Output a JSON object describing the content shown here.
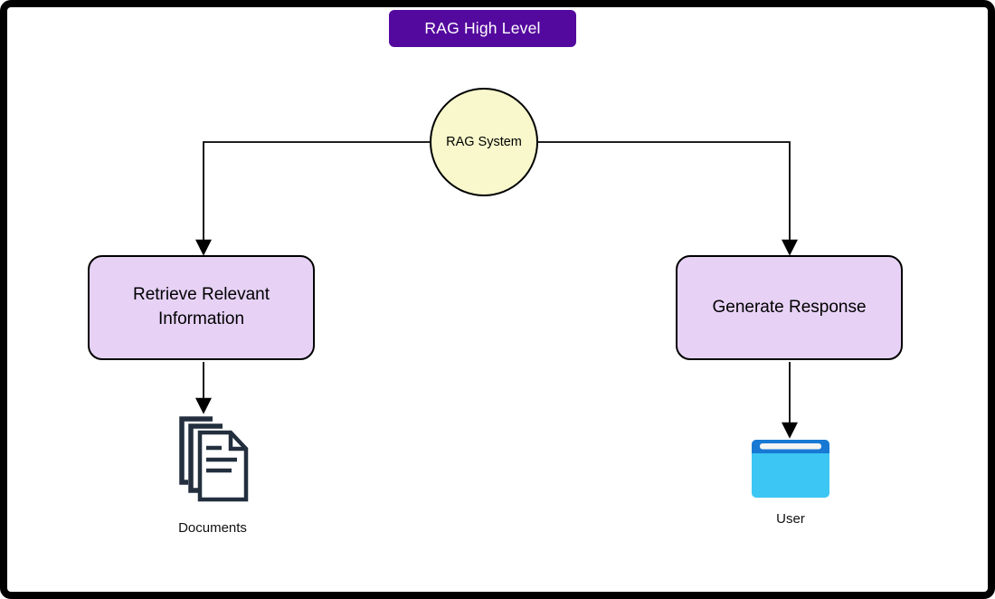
{
  "title": "RAG High Level",
  "nodes": {
    "rag_system": {
      "label": "RAG System",
      "shape": "circle"
    },
    "retrieve": {
      "label": "Retrieve Relevant Information",
      "shape": "rounded-rect"
    },
    "generate": {
      "label": "Generate Response",
      "shape": "rounded-rect"
    },
    "documents": {
      "label": "Documents",
      "icon": "documents-icon"
    },
    "user": {
      "label": "User",
      "icon": "browser-window-icon"
    }
  },
  "edges": [
    {
      "from": "RAG System",
      "to": "Retrieve Relevant Information"
    },
    {
      "from": "RAG System",
      "to": "Generate Response"
    },
    {
      "from": "Retrieve Relevant Information",
      "to": "Documents"
    },
    {
      "from": "Generate Response",
      "to": "User"
    }
  ],
  "colors": {
    "frame": "#000000",
    "canvas": "#FFFFFF",
    "title_bg": "#54099E",
    "title_text": "#FFFFFF",
    "circle_fill": "#F8F8CC",
    "box_fill": "#E7D2F6",
    "outline": "#000000",
    "doc_icon": "#232F3E",
    "browser_header": "#1879D4",
    "browser_body": "#3BC6F3",
    "address_bar": "#F4F4F4"
  }
}
